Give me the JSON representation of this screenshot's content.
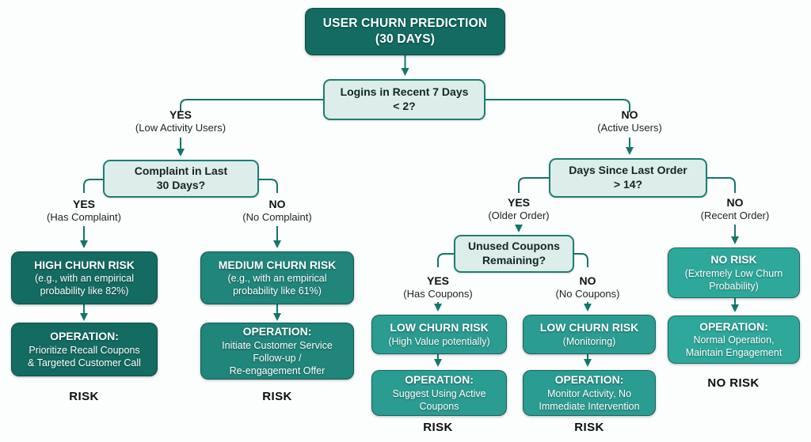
{
  "colors": {
    "dark_teal": "#136b62",
    "medium_teal": "#20857b",
    "low_teal": "#2b9c92",
    "no_risk_teal": "#2fa89c",
    "decision_fill": "#dcedea",
    "decision_border": "#1f7d72",
    "connector_teal": "#15756b",
    "label_text": "#0c1513"
  },
  "root": {
    "line1": "USER CHURN PREDICTION",
    "line2": "(30 DAYS)"
  },
  "decisions": {
    "logins": {
      "line1": "Logins in Recent 7 Days",
      "line2": "< 2?"
    },
    "complaint": {
      "line1": "Complaint in Last",
      "line2": "30 Days?"
    },
    "last_order": {
      "line1": "Days Since Last Order",
      "line2": "> 14?"
    },
    "coupons": {
      "line1": "Unused Coupons",
      "line2": "Remaining?"
    }
  },
  "branches": {
    "logins_yes": {
      "answer": "YES",
      "note": "(Low Activity Users)"
    },
    "logins_no": {
      "answer": "NO",
      "note": "(Active Users)"
    },
    "complaint_yes": {
      "answer": "YES",
      "note": "(Has Complaint)"
    },
    "complaint_no": {
      "answer": "NO",
      "note": "(No Complaint)"
    },
    "order_yes": {
      "answer": "YES",
      "note": "(Older Order)"
    },
    "order_no": {
      "answer": "NO",
      "note": "(Recent Order)"
    },
    "coupons_yes": {
      "answer": "YES",
      "note": "(Has Coupons)"
    },
    "coupons_no": {
      "answer": "NO",
      "note": "(No Coupons)"
    }
  },
  "outcomes": {
    "high": {
      "title": "HIGH CHURN RISK",
      "detail1": "(e.g., with an empirical",
      "detail2": "probability like 82%)"
    },
    "medium": {
      "title": "MEDIUM CHURN RISK",
      "detail1": "(e.g., with an empirical",
      "detail2": "probability like 61%)"
    },
    "low_value": {
      "title": "LOW CHURN RISK",
      "detail1": "(High Value potentially)"
    },
    "low_monitor": {
      "title": "LOW CHURN RISK",
      "detail1": "(Monitoring)"
    },
    "no_risk": {
      "title": "NO RISK",
      "detail1": "(Extremely Low Churn",
      "detail2": "Probability)"
    }
  },
  "operations": {
    "high": {
      "title": "OPERATION:",
      "line1": "Prioritize Recall Coupons",
      "line2": "& Targeted Customer Call"
    },
    "medium": {
      "title": "OPERATION:",
      "line1": "Initiate Customer Service",
      "line2": "Follow-up /",
      "line3": "Re-engagement Offer"
    },
    "low_value": {
      "title": "OPERATION:",
      "line1": "Suggest Using Active",
      "line2": "Coupons"
    },
    "low_monitor": {
      "title": "OPERATION:",
      "line1": "Monitor Activity, No",
      "line2": "Immediate Intervention"
    },
    "no_risk": {
      "title": "OPERATION:",
      "line1": "Normal Operation,",
      "line2": "Maintain Engagement"
    }
  },
  "footers": {
    "high": "RISK",
    "medium": "RISK",
    "low_value": "RISK",
    "low_monitor": "RISK",
    "no_risk": "NO RISK"
  }
}
